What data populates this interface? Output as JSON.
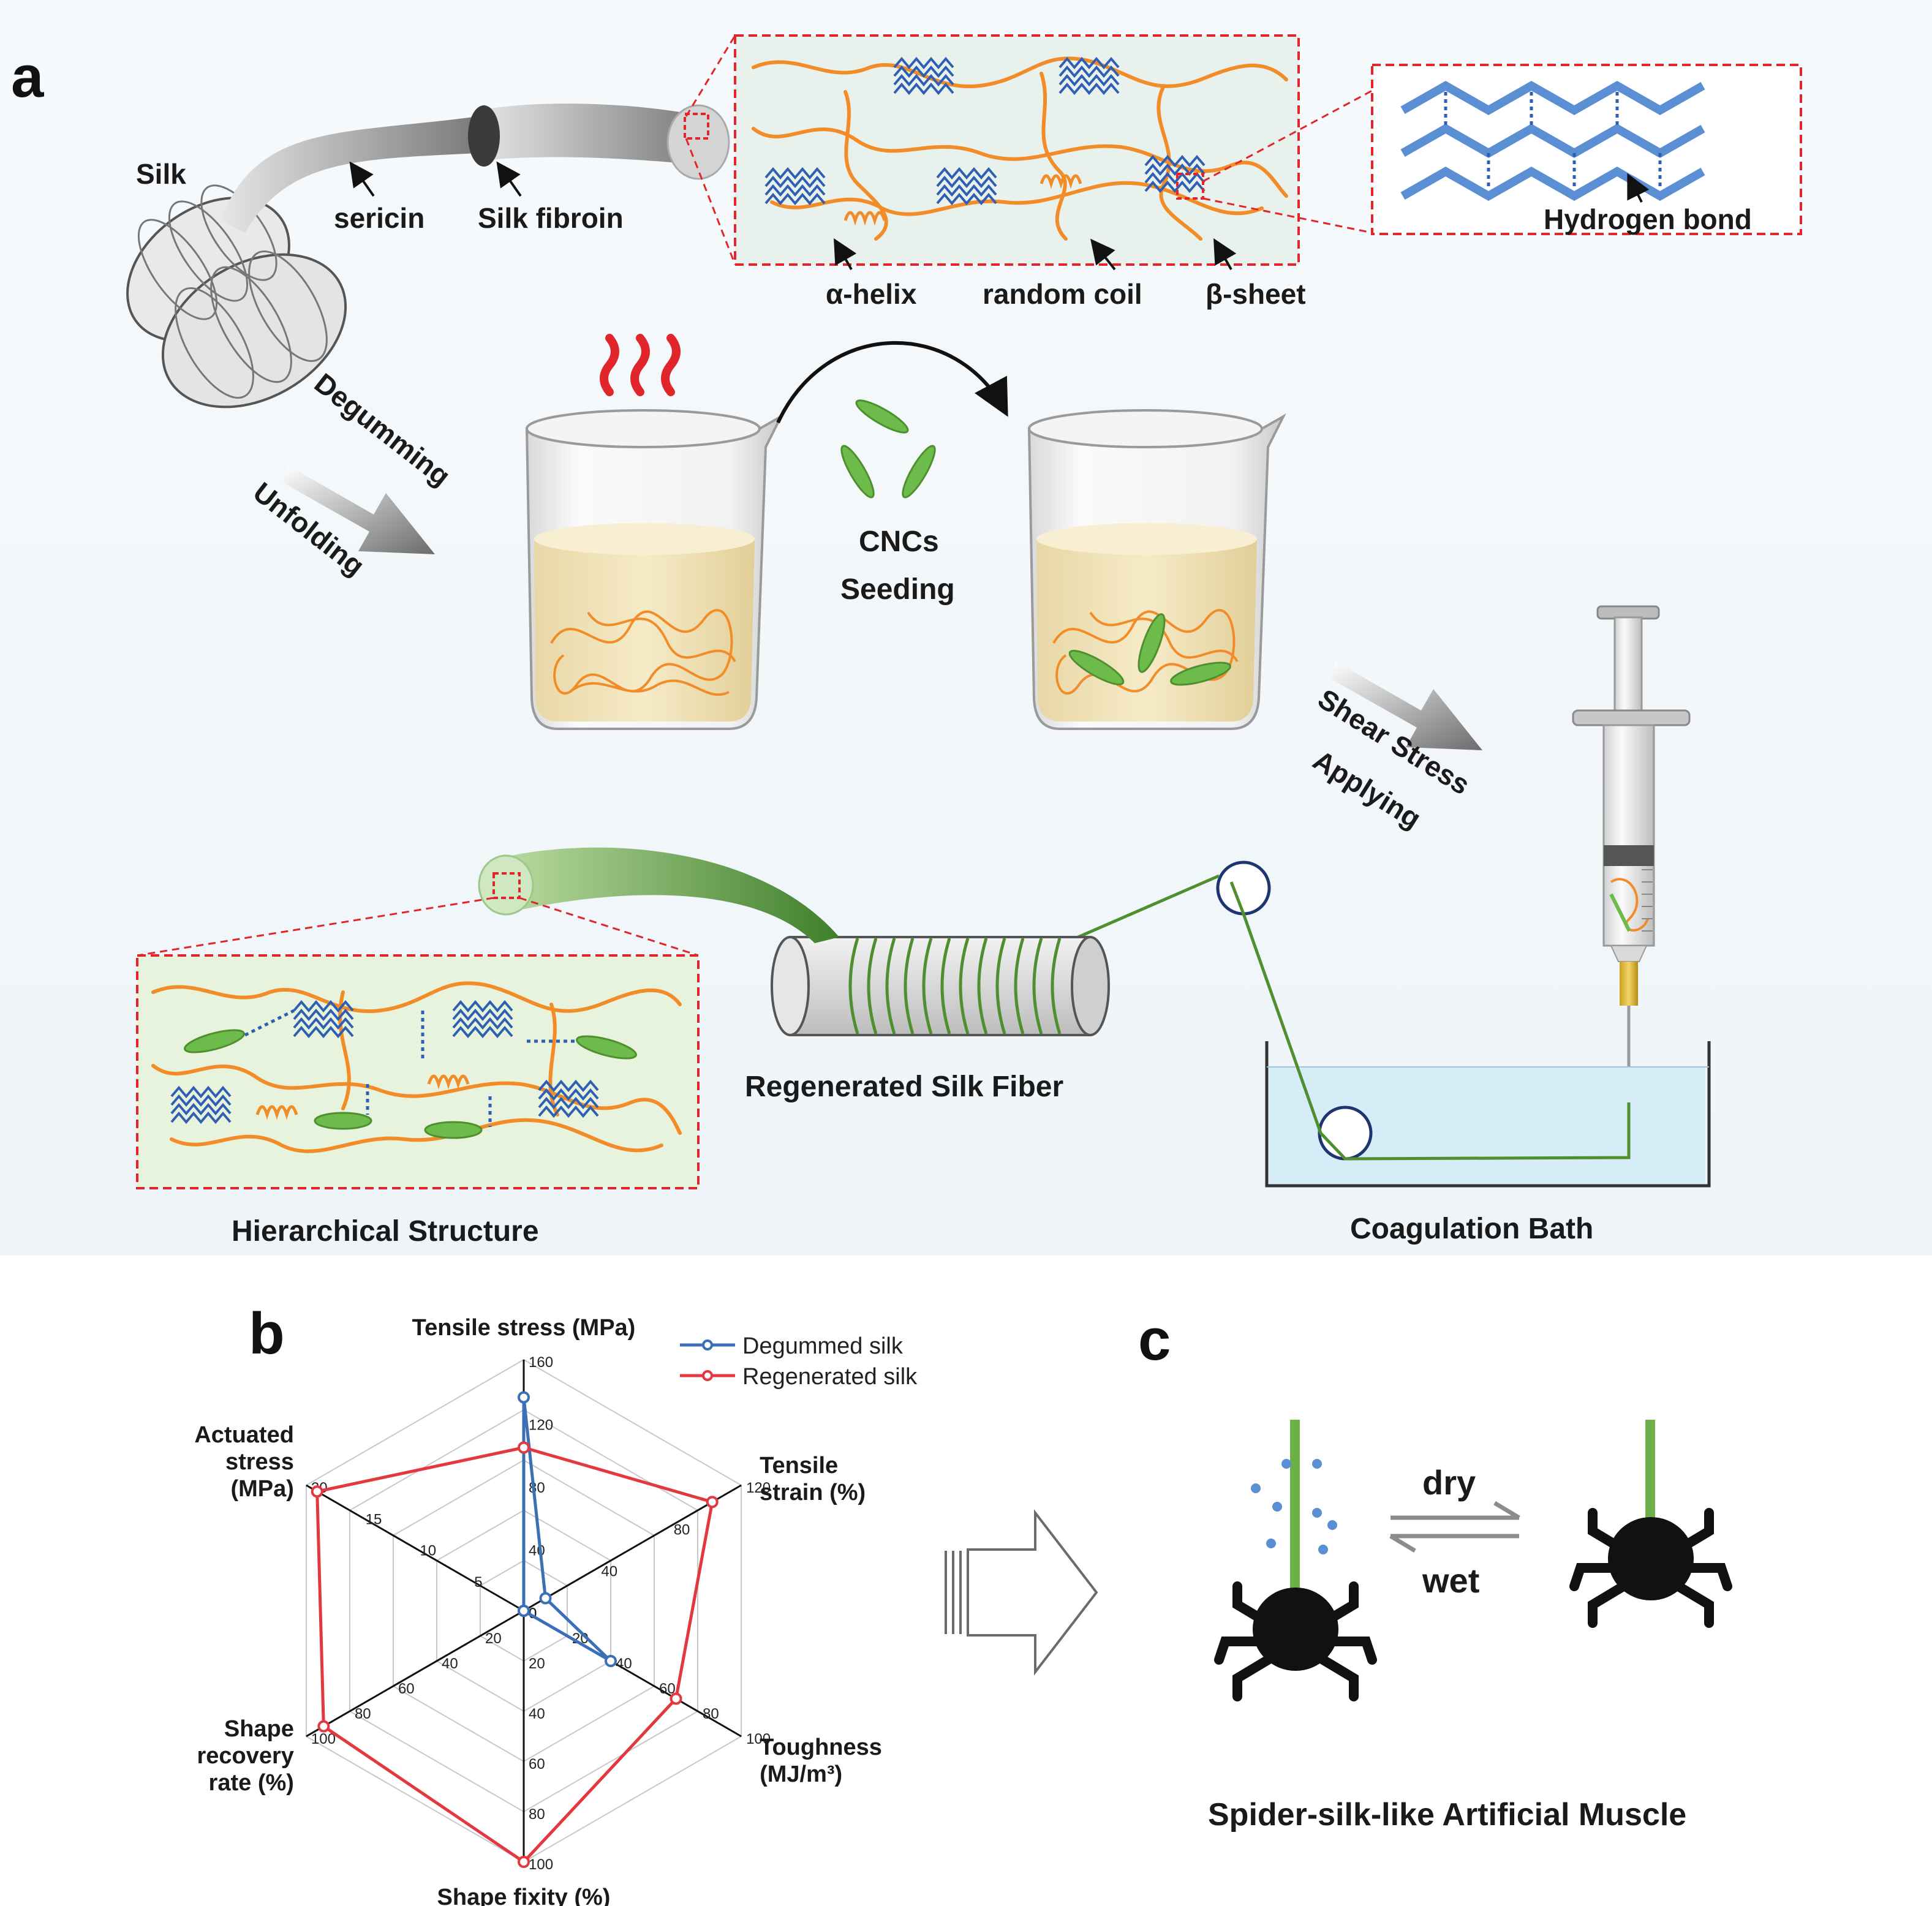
{
  "panels": {
    "a": "a",
    "b": "b",
    "c": "c"
  },
  "panel_a": {
    "silk": "Silk",
    "sericin": "sericin",
    "silk_fibroin": "Silk fibroin",
    "alpha_helix": "α-helix",
    "random_coil": "random coil",
    "beta_sheet": "β-sheet",
    "hydrogen_bond": "Hydrogen  bond",
    "degumming": "Degumming",
    "unfolding": "Unfolding",
    "cncs": "CNCs",
    "seeding": "Seeding",
    "shear": "Shear  Stress",
    "applying": "Applying",
    "regenerated_fiber": "Regenerated Silk Fiber",
    "hierarchical": "Hierarchical Structure",
    "coagulation": "Coagulation Bath"
  },
  "panel_c": {
    "dry": "dry",
    "wet": "wet",
    "caption": "Spider-silk-like Artificial Muscle"
  },
  "colors": {
    "fibroin_chain": "#f28c28",
    "beta_sheet": "#2f5fb3",
    "cnc": "#6dbb4a",
    "fiber_green": "#4f8f2f",
    "red_dashed": "#e0262b",
    "degummed": "#3b6fb6",
    "regenerated": "#e3383e",
    "bath": "#d6ecf6",
    "solution": "#f3e4b8"
  },
  "chart_data": {
    "type": "radar",
    "axes": [
      {
        "label_lines": [
          "Tensile stress (MPa)"
        ],
        "max": 160,
        "ticks": [
          "0",
          "40",
          "80",
          "120",
          "160"
        ]
      },
      {
        "label_lines": [
          "Tensile",
          "strain (%)"
        ],
        "max": 120,
        "ticks": [
          "0",
          "40",
          "80",
          "120"
        ]
      },
      {
        "label_lines": [
          "Toughness",
          "(MJ/m³)"
        ],
        "max": 100,
        "ticks": [
          "0",
          "20",
          "40",
          "60",
          "80",
          "100"
        ]
      },
      {
        "label_lines": [
          "Shape fixity (%)"
        ],
        "max": 100,
        "ticks": [
          "0",
          "20",
          "40",
          "60",
          "80",
          "100"
        ]
      },
      {
        "label_lines": [
          "Shape",
          "recovery",
          "rate (%)"
        ],
        "max": 100,
        "ticks": [
          "0",
          "20",
          "40",
          "60",
          "80",
          "100"
        ]
      },
      {
        "label_lines": [
          "Actuated",
          "stress",
          "(MPa)"
        ],
        "max": 20,
        "ticks": [
          "0",
          "5",
          "10",
          "15",
          "20"
        ]
      }
    ],
    "series": [
      {
        "name": "Degummed silk",
        "color": "#3b6fb6",
        "values": [
          136,
          12,
          40,
          0,
          0,
          0
        ]
      },
      {
        "name": "Regenerated silk",
        "color": "#e3383e",
        "values": [
          104,
          104,
          70,
          100,
          92,
          19
        ]
      }
    ],
    "legend": "top-right",
    "grid": true
  }
}
